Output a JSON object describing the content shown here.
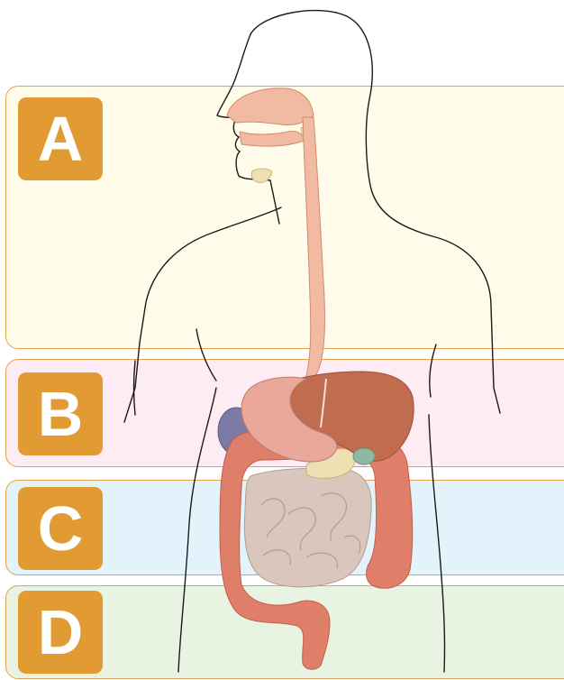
{
  "regions": [
    {
      "letter": "A",
      "color": "#fffdea"
    },
    {
      "letter": "B",
      "color": "#fdecf3"
    },
    {
      "letter": "C",
      "color": "#e2f3fb"
    },
    {
      "letter": "D",
      "color": "#e8f3e2"
    }
  ],
  "colors": {
    "badge": "#e29a32",
    "band_border": "#e6a24a",
    "outline": "#1a1a1a",
    "esophagus": "#f2b9a3",
    "liver": "#c06c4f",
    "stomach": "#e9a89a",
    "colon": "#df7f6a",
    "small_intestine": "#d9c6bc",
    "spleen": "#7e7aa6",
    "pancreas": "#eee0b3"
  }
}
